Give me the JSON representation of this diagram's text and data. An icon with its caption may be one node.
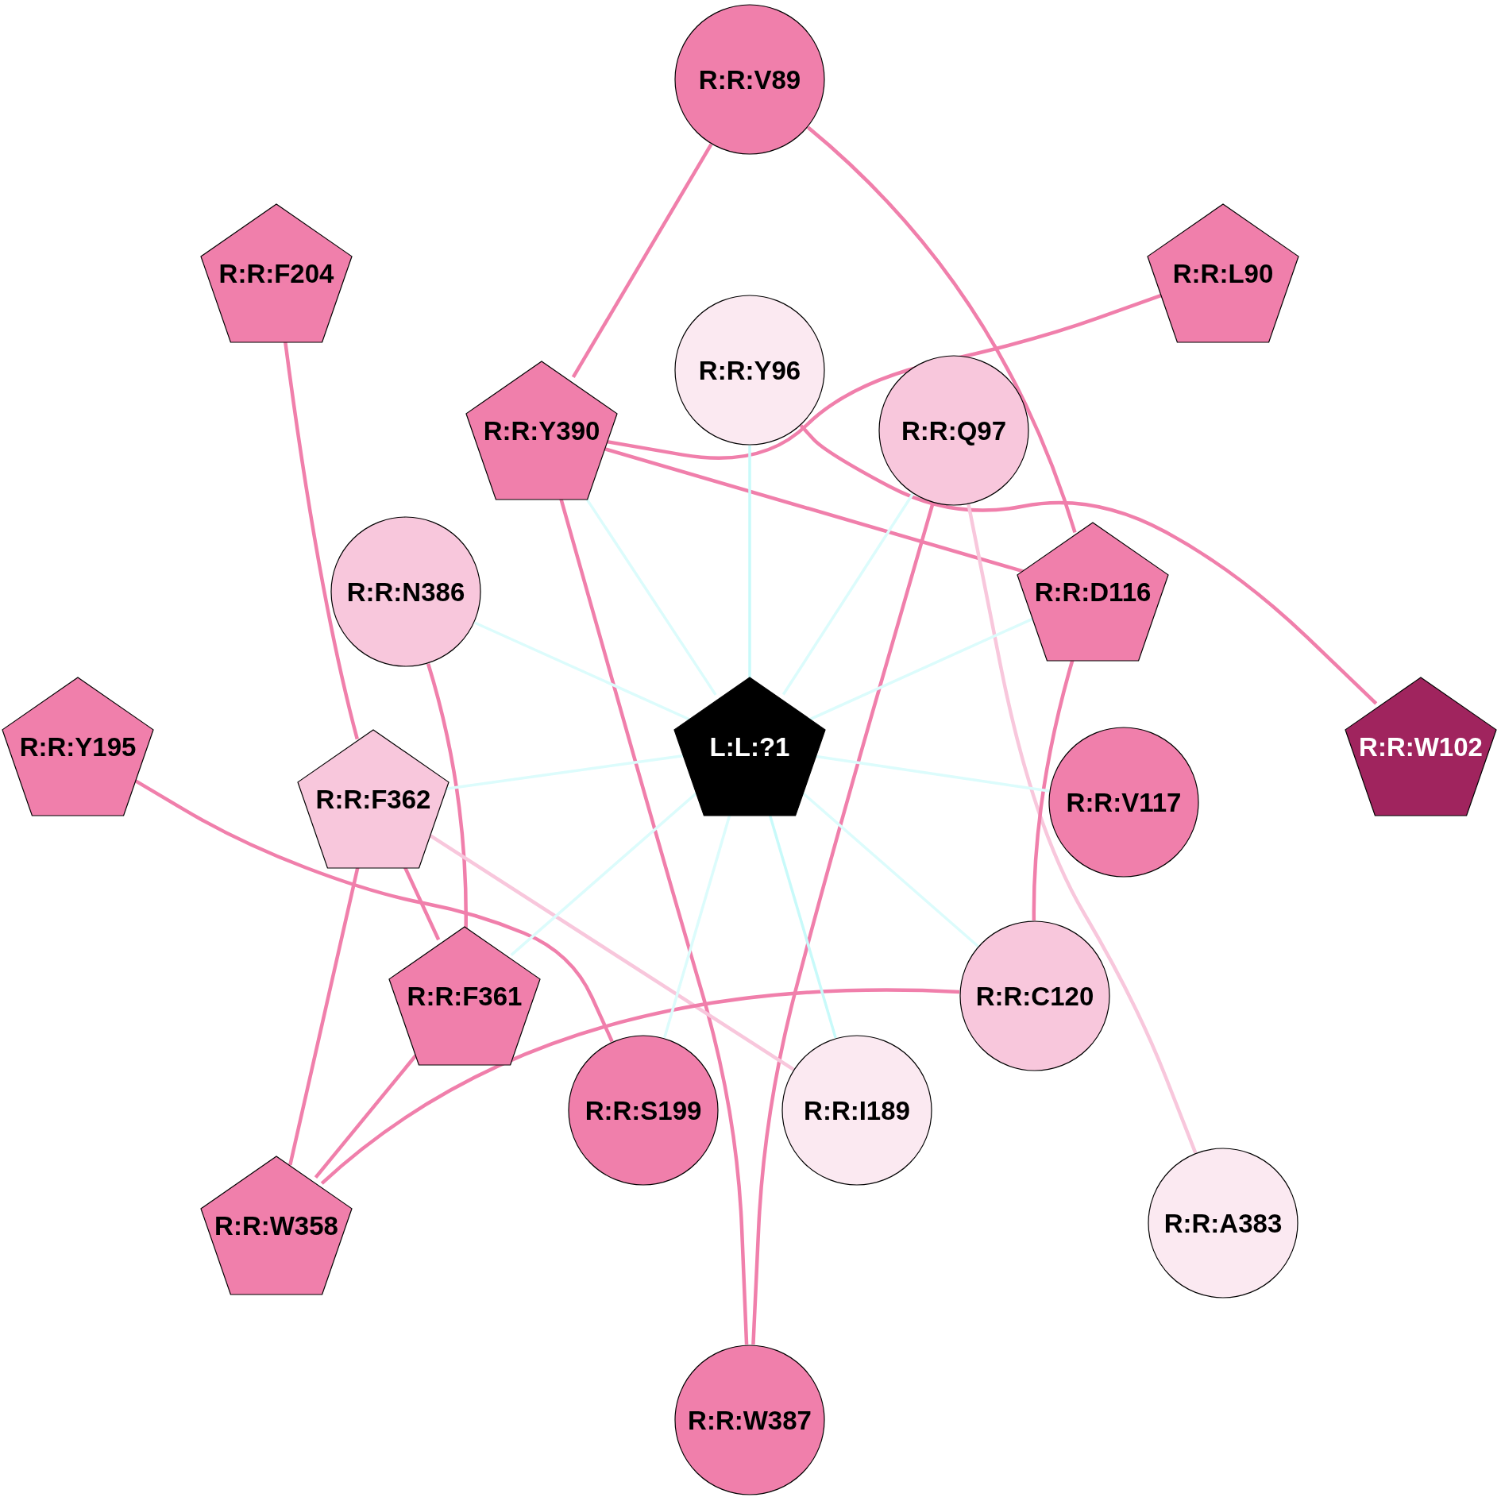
{
  "diagram": {
    "nodes": [
      {
        "text": [
          "R:R:V89"
        ]
      },
      {
        "text": [
          "R:R:F204"
        ]
      },
      {
        "text": [
          "R:R:L90"
        ]
      },
      {
        "text": [
          "R:R:Y96"
        ]
      },
      {
        "text": [
          "R:R:Y390"
        ]
      },
      {
        "text": [
          "R:R:Q97"
        ]
      },
      {
        "text": [
          "R:R:N386"
        ]
      },
      {
        "text": [
          "R:R:D116"
        ]
      },
      {
        "text": [
          "R:R:Y195"
        ]
      },
      {
        "text": [
          "L:L:?1"
        ]
      },
      {
        "text": [
          "R:R:W102"
        ]
      },
      {
        "text": [
          "R:R:F362"
        ]
      },
      {
        "text": [
          "R:R:V117"
        ]
      },
      {
        "text": [
          "R:R:F361"
        ]
      },
      {
        "text": [
          "R:R:C120"
        ]
      },
      {
        "text": [
          "R:R:S199"
        ]
      },
      {
        "text": [
          "R:R:I189"
        ]
      },
      {
        "text": [
          "R:R:W358"
        ]
      },
      {
        "text": [
          "R:R:A383"
        ]
      },
      {
        "text": [
          "R:R:W387"
        ]
      }
    ],
    "edges": [
      {
        "from": 0,
        "to": 4,
        "arrow": "none"
      },
      {
        "from": 0,
        "to": 7,
        "arrow": "none"
      },
      {
        "from": 2,
        "to": 4,
        "arrow": "none"
      },
      {
        "from": 3,
        "to": 10,
        "arrow": "none"
      },
      {
        "from": 4,
        "to": 7,
        "arrow": "none"
      },
      {
        "from": 4,
        "to": 19,
        "arrow": "none"
      },
      {
        "from": 5,
        "to": 19,
        "arrow": "none"
      },
      {
        "from": 5,
        "to": 18,
        "arrow": "none",
        "color": "#f8c7dc"
      },
      {
        "from": 1,
        "to": 11,
        "arrow": "none"
      },
      {
        "from": 6,
        "to": 13,
        "arrow": "none"
      },
      {
        "from": 7,
        "to": 14,
        "arrow": "none"
      },
      {
        "from": 8,
        "to": 15,
        "arrow": "none"
      },
      {
        "from": 11,
        "to": 16,
        "arrow": "none",
        "color": "#f8c7dc"
      },
      {
        "from": 11,
        "to": 13,
        "arrow": "none"
      },
      {
        "from": 11,
        "to": 17,
        "arrow": "none"
      },
      {
        "from": 13,
        "to": 17,
        "arrow": "none"
      },
      {
        "from": 14,
        "to": 17,
        "arrow": "none"
      },
      {
        "from": 9,
        "to": 3,
        "arrow": "none",
        "color": "#c8fafa"
      },
      {
        "from": 9,
        "to": 4,
        "arrow": "none",
        "color": "#dcfcfc"
      },
      {
        "from": 9,
        "to": 5,
        "arrow": "none",
        "color": "#dcfcfc"
      },
      {
        "from": 9,
        "to": 6,
        "arrow": "none",
        "color": "#dcfcfc"
      },
      {
        "from": 9,
        "to": 7,
        "arrow": "none",
        "color": "#dcfcfc"
      },
      {
        "from": 9,
        "to": 11,
        "arrow": "none",
        "color": "#dcfcfc"
      },
      {
        "from": 9,
        "to": 12,
        "arrow": "none",
        "color": "#dcfcfc"
      },
      {
        "from": 9,
        "to": 14,
        "arrow": "none",
        "color": "#dcfcfc"
      },
      {
        "from": 9,
        "to": 16,
        "arrow": "none",
        "color": "#c8fafa"
      },
      {
        "from": 9,
        "to": 13,
        "arrow": "none",
        "color": "#dcfcfc"
      },
      {
        "from": 9,
        "to": 15,
        "arrow": "none",
        "color": "#dcfcfc"
      }
    ]
  }
}
